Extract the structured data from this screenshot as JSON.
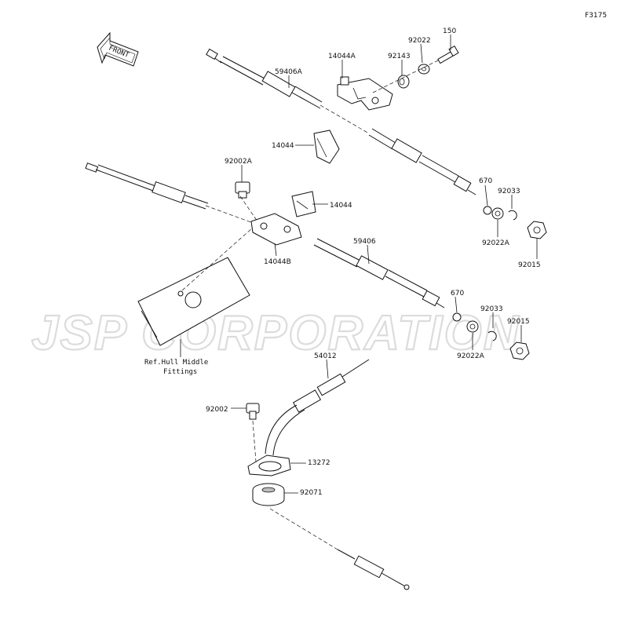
{
  "diagram_code": "F3175",
  "front_label": "FRONT",
  "watermark": "JSP CORPORATION",
  "ref_note": [
    "Ref.Hull Middle",
    "Fittings"
  ],
  "parts": {
    "p150": "150",
    "p92022": "92022",
    "p92143": "92143",
    "p14044A": "14044A",
    "p59406A": "59406A",
    "p14044_top": "14044",
    "p92002A": "92002A",
    "p14044_mid": "14044",
    "p14044B": "14044B",
    "p59406": "59406",
    "p670_a": "670",
    "p92033_a": "92033",
    "p92022A_a": "92022A",
    "p92015_a": "92015",
    "p670_b": "670",
    "p92033_b": "92033",
    "p92015_b": "92015",
    "p92022A_b": "92022A",
    "p54012": "54012",
    "p92002": "92002",
    "p13272": "13272",
    "p92071": "92071"
  }
}
